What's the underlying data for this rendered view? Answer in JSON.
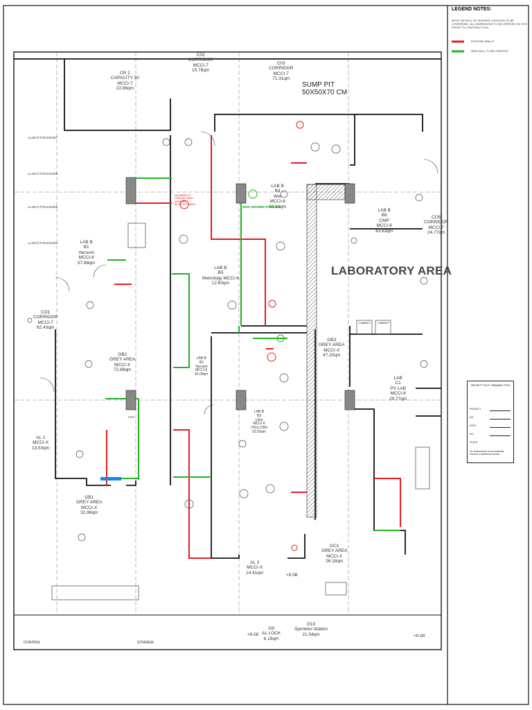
{
  "legend": {
    "title": "LEGEND NOTES:",
    "note": "NOTE: DETAILS OF SHOWER LOCATION TO BE CONFIRMED. ALL DIMENSIONS TO BE VERIFIED ON SITE PRIOR TO CONSTRUCTION.",
    "existing_label": "EXISTING WALLS",
    "new_label": "NEW WALL TO BE CREATED",
    "existing_color": "#e8191e",
    "new_color": "#21b321"
  },
  "main_area_label": "LABORATORY AREA",
  "sump_pit": {
    "line1": "SUMP PIT",
    "line2": "50X50X70 CM"
  },
  "rooms": {
    "cr2": [
      "CR 2",
      "CAPACITY 50",
      "MCCI-7",
      "22.86qm"
    ],
    "co2": [
      "C02",
      "CORRIDOR",
      "MCCI-7",
      "15.78qm"
    ],
    "co3": [
      "C03",
      "CORRIDOR",
      "MCCI-7",
      "71.31qm"
    ],
    "lab_b1": [
      "LAB B",
      "B1",
      "Vacuum",
      "MCCI-6",
      "57.88qm"
    ],
    "lab_b4": [
      "LAB B",
      "B4",
      "Wet",
      "MCCI-6",
      "30.33qm"
    ],
    "lab_b5": [
      "LAB B",
      "B5",
      "Metrology MCCI-6",
      "12.60qm"
    ],
    "lab_b6": [
      "LAB B",
      "B6",
      "CMP",
      "MCCI-6",
      "43.83qm"
    ],
    "co5": [
      "CO5",
      "CORRIDOR",
      "MCCI-7",
      "24.77qm"
    ],
    "co1": [
      "CO1",
      "CORRIDOR",
      "MCCI-7",
      "62.43qm"
    ],
    "gb2": [
      "GB2",
      "GREY AREA",
      "MCCI-X",
      "72.88qm"
    ],
    "lab_b2": [
      "LAB B",
      "B2",
      "Vacuum",
      "MCCI-6",
      "42.09qm"
    ],
    "lab_b3": [
      "LAB B",
      "B3",
      "Litho",
      "MCCI-6",
      "(YELLOW)",
      "52.55qm"
    ],
    "gb3": [
      "GB3",
      "GREY AREA",
      "MCCI-X",
      "47.20qm"
    ],
    "lab_c1": [
      "LAB",
      "C1",
      "PV LAB",
      "MCCI-6",
      "29.77qm"
    ],
    "al2": [
      "AL 2",
      "MCCI-X",
      "13.53qm"
    ],
    "gb1": [
      "GB1",
      "GREY AREA",
      "MCCI-X",
      "32.98qm"
    ],
    "al3": [
      "AL 3",
      "MCCI-X",
      "14.41qm"
    ],
    "gc1": [
      "GC1",
      "GREY AREA",
      "MCCI-X",
      "26.18qm"
    ],
    "g9": [
      "G9",
      "AL LOCK",
      "6.19qm"
    ],
    "g10": [
      "G10",
      "Sprinkler-Station",
      "21.54qm"
    ]
  },
  "annotations": {
    "new_shower": "NEW SHOWER POSITION",
    "red_note": "SHOWER IS CREATE NEW SHOWER ACTIVITY AREA",
    "cabinet_1": "CABINET",
    "cabinet_2": "CABINET",
    "level_1": "+0.08",
    "level_2": "+0.00",
    "level_3": "+0.00",
    "pipe_label": "PIPE"
  },
  "cctv": [
    "LL1ECCTV01Cbx007",
    "LL1ECCTV01Cbx006",
    "LL1ECCTV01Cbx005",
    "LL1ECCTV01Cbx004"
  ],
  "bottom": {
    "left_label": "CONTROL",
    "mid_label": "STORAGE"
  },
  "title_block": {
    "header": "PROJECT TITLE / DRAWING TITLE",
    "rows": [
      "PROJECT",
      "NO.",
      "DATE",
      "NO.",
      "SCALE"
    ],
    "footer": "ALL DIMENSIONS IN MILLIMETRES UNLESS OTHERWISE STATED."
  }
}
